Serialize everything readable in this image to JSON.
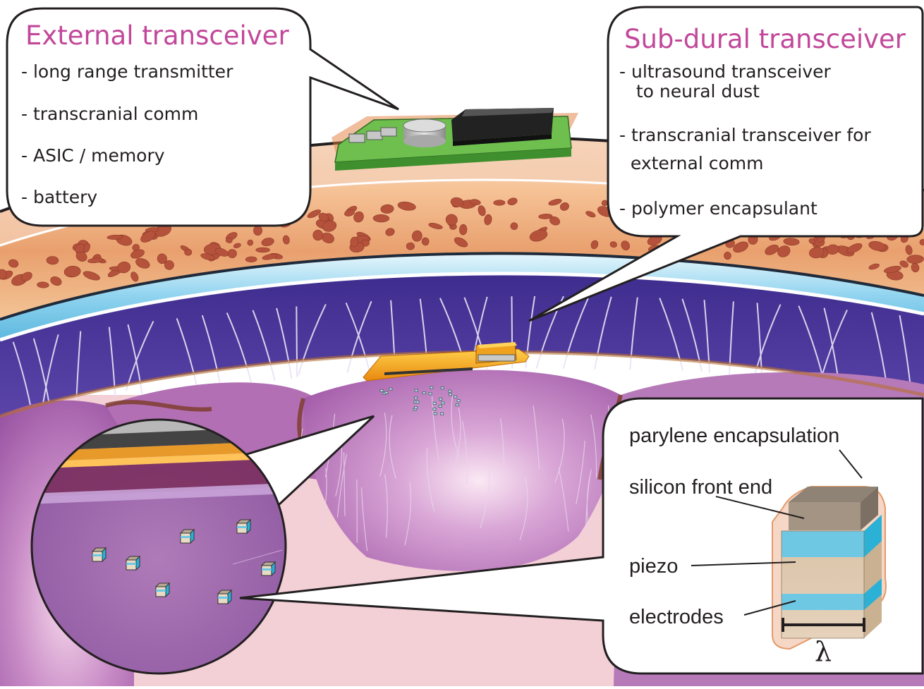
{
  "external": {
    "title": "External transceiver",
    "items": [
      "- long range transmitter",
      "- transcranial comm",
      "- ASIC / memory",
      "- battery"
    ]
  },
  "subdural": {
    "title": "Sub-dural transceiver",
    "items": [
      "- ultrasound transceiver",
      "   to neural dust",
      "- transcranial transceiver for",
      "  external comm",
      "- polymer encapsulant"
    ]
  },
  "mote": {
    "parylene_label": "parylene encapsulation",
    "silicon_label": "silicon front end",
    "piezo_label": "piezo",
    "electrodes_label": "electrodes",
    "lambda_label": "λ"
  },
  "colors": {
    "title_magenta": "#c2479a",
    "bone": "#e8a877",
    "brain": "#a25aa8",
    "csf_blue": "#8fd3ef",
    "piezo_cyan": "#2bb0d6",
    "pcb_green": "#5bb048",
    "chip_orange": "#f2a21d"
  }
}
